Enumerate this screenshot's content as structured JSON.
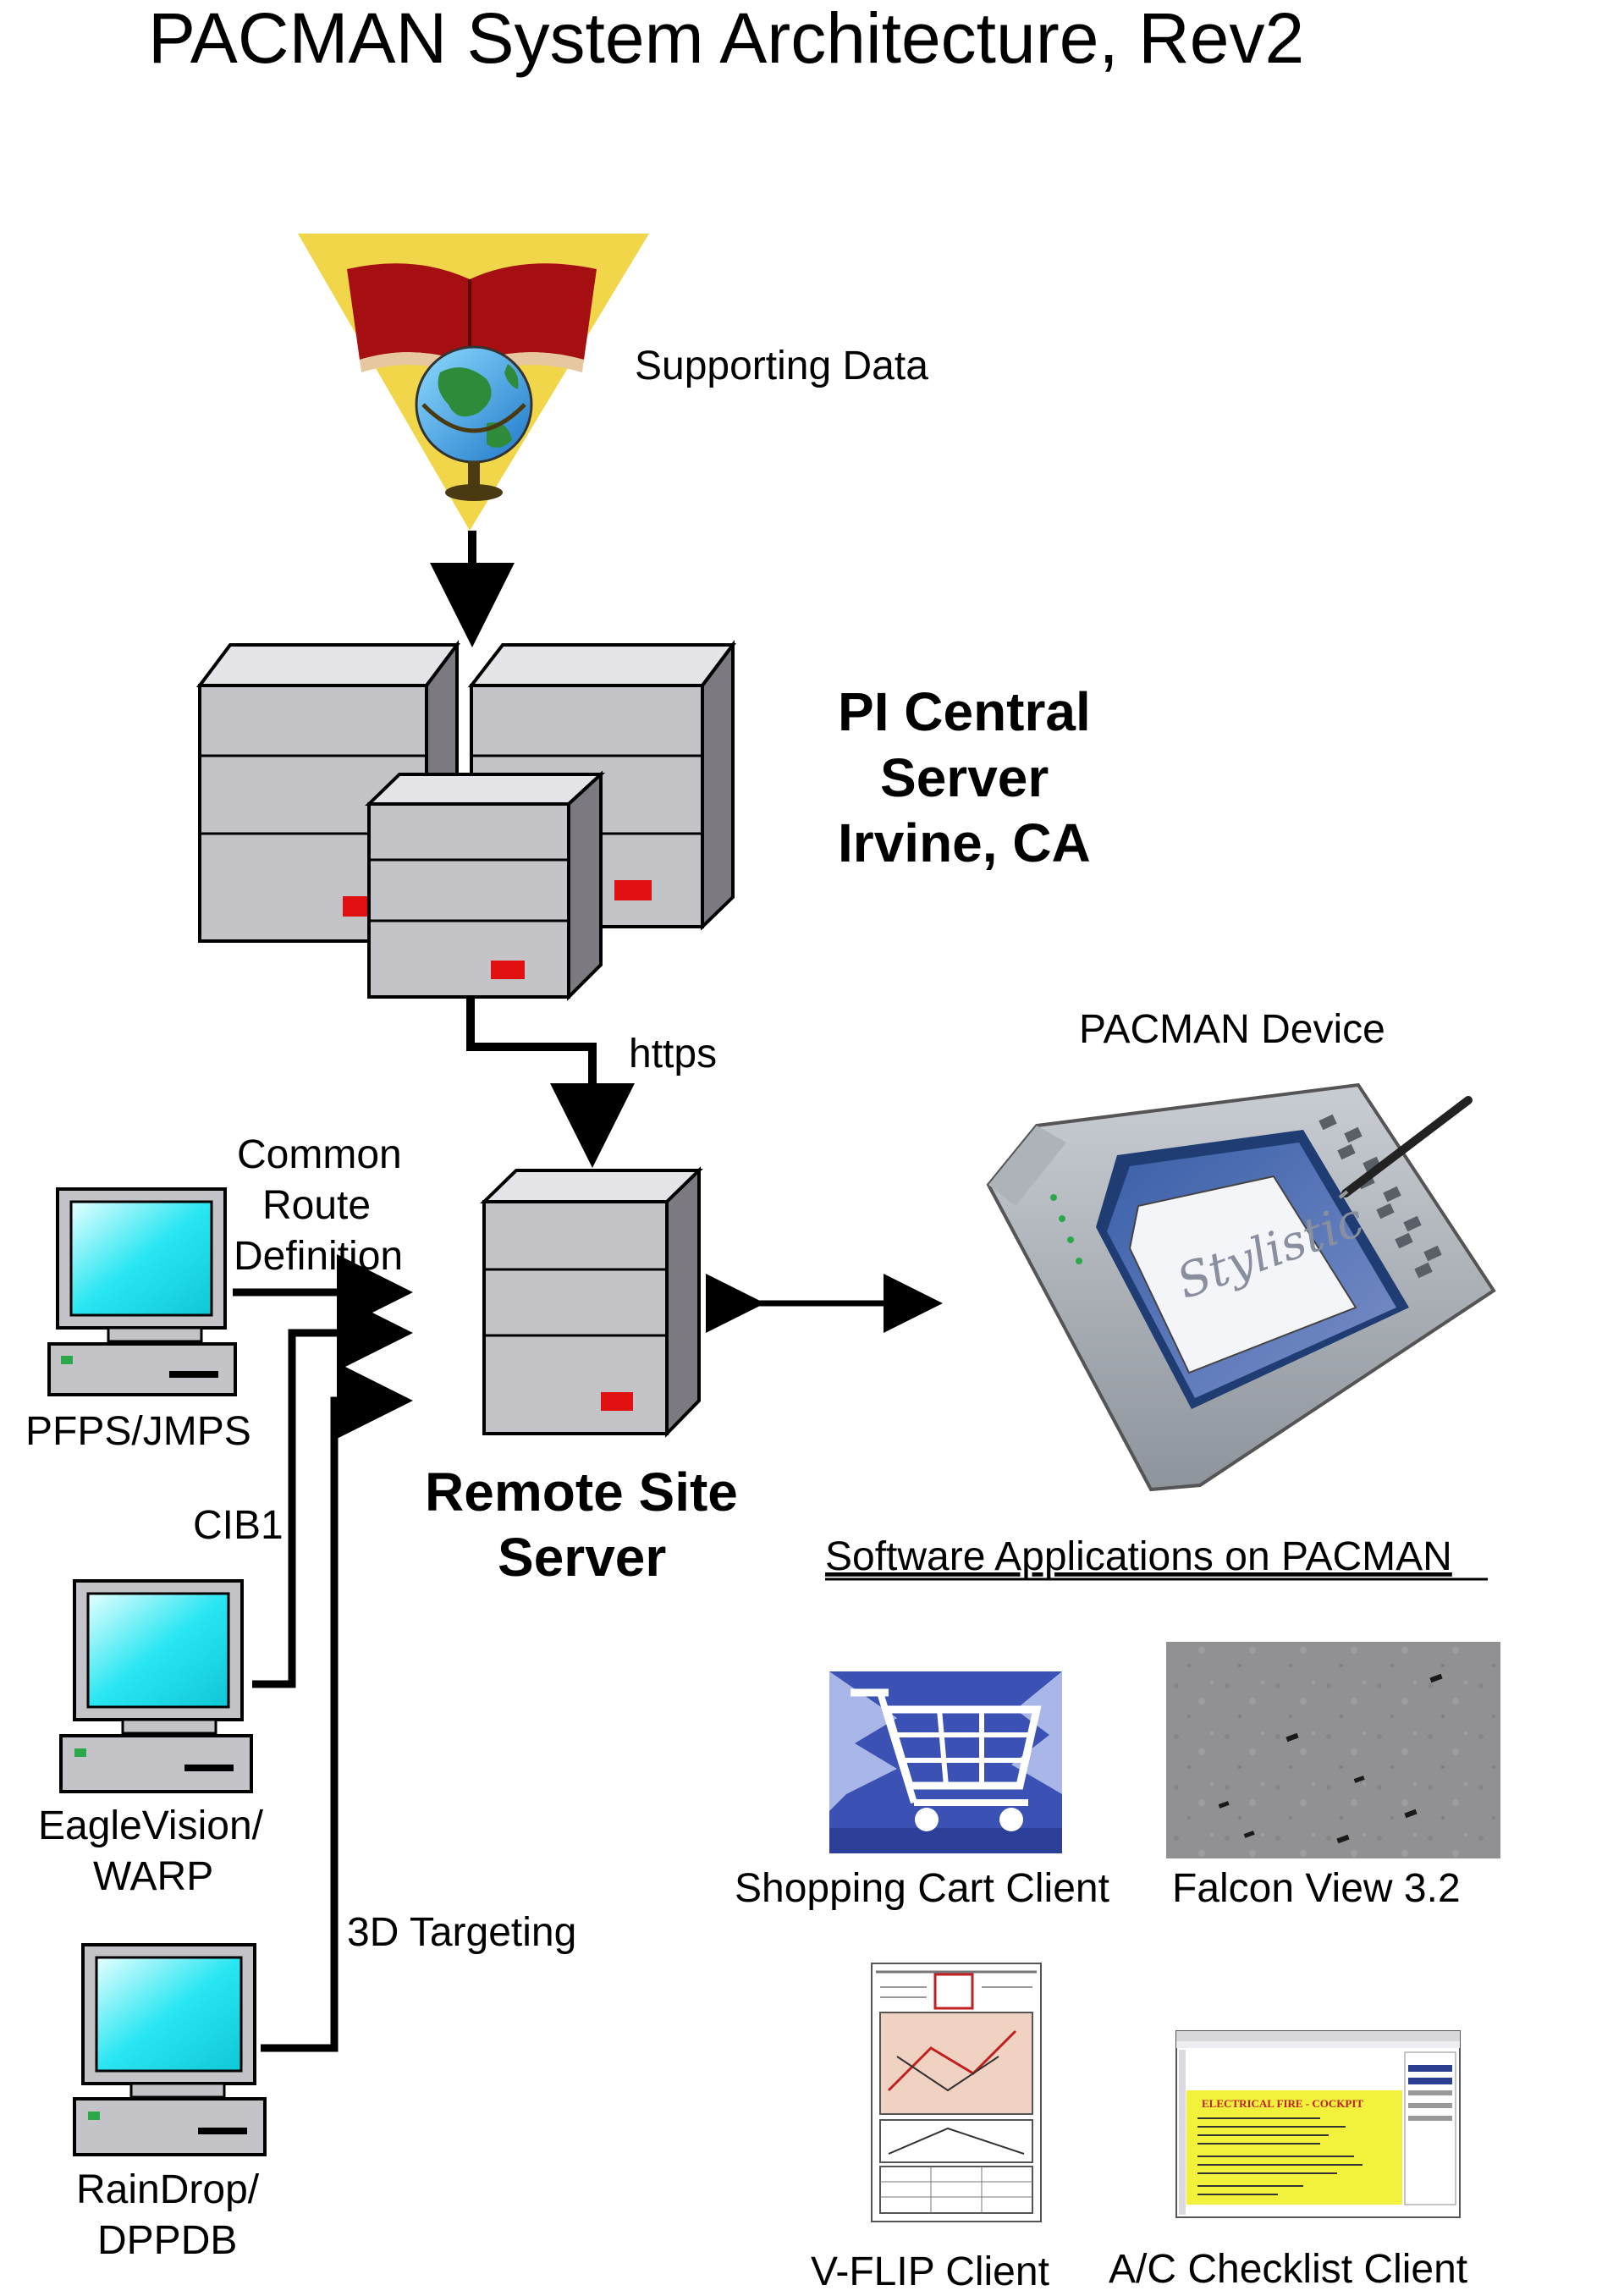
{
  "title": "PACMAN System Architecture, Rev2",
  "supporting_data": {
    "label": "Supporting Data"
  },
  "central_server": {
    "line1": "PI Central",
    "line2": "Server",
    "line3": "Irvine, CA"
  },
  "connection_https": "https",
  "device": {
    "label": "PACMAN Device",
    "screen_text": "Stylistic"
  },
  "remote_server": {
    "line1": "Remote Site",
    "line2": "Server"
  },
  "inputs": {
    "common_route": {
      "line1": "Common",
      "line2": "Route",
      "line3": "Definition"
    },
    "cib1": "CIB1",
    "targeting": "3D Targeting"
  },
  "clients": [
    {
      "line1": "PFPS/JMPS"
    },
    {
      "line1": "EagleVision/",
      "line2": "WARP"
    },
    {
      "line1": "RainDrop/",
      "line2": "DPPDB"
    }
  ],
  "software": {
    "heading": "Software Applications on PACMAN",
    "apps": [
      {
        "label": "Shopping Cart Client",
        "icon": "shopping-cart-icon"
      },
      {
        "label": "Falcon View 3.2",
        "icon": "satellite-imagery"
      },
      {
        "label": "V-FLIP Client",
        "icon": "approach-chart"
      },
      {
        "label": "A/C Checklist Client",
        "icon": "checklist-screen"
      }
    ],
    "checklist_heading": "ELECTRICAL FIRE - COCKPIT"
  },
  "colors": {
    "triangle": "#F2D64A",
    "book": "#A50F12",
    "server_front": "#C4C3C8",
    "server_side": "#7C7A80",
    "server_light": "#E01010",
    "monitor_screen": "#29E6F2",
    "cart_bg": "#3B52B4",
    "checklist_bg": "#F2F23C"
  }
}
